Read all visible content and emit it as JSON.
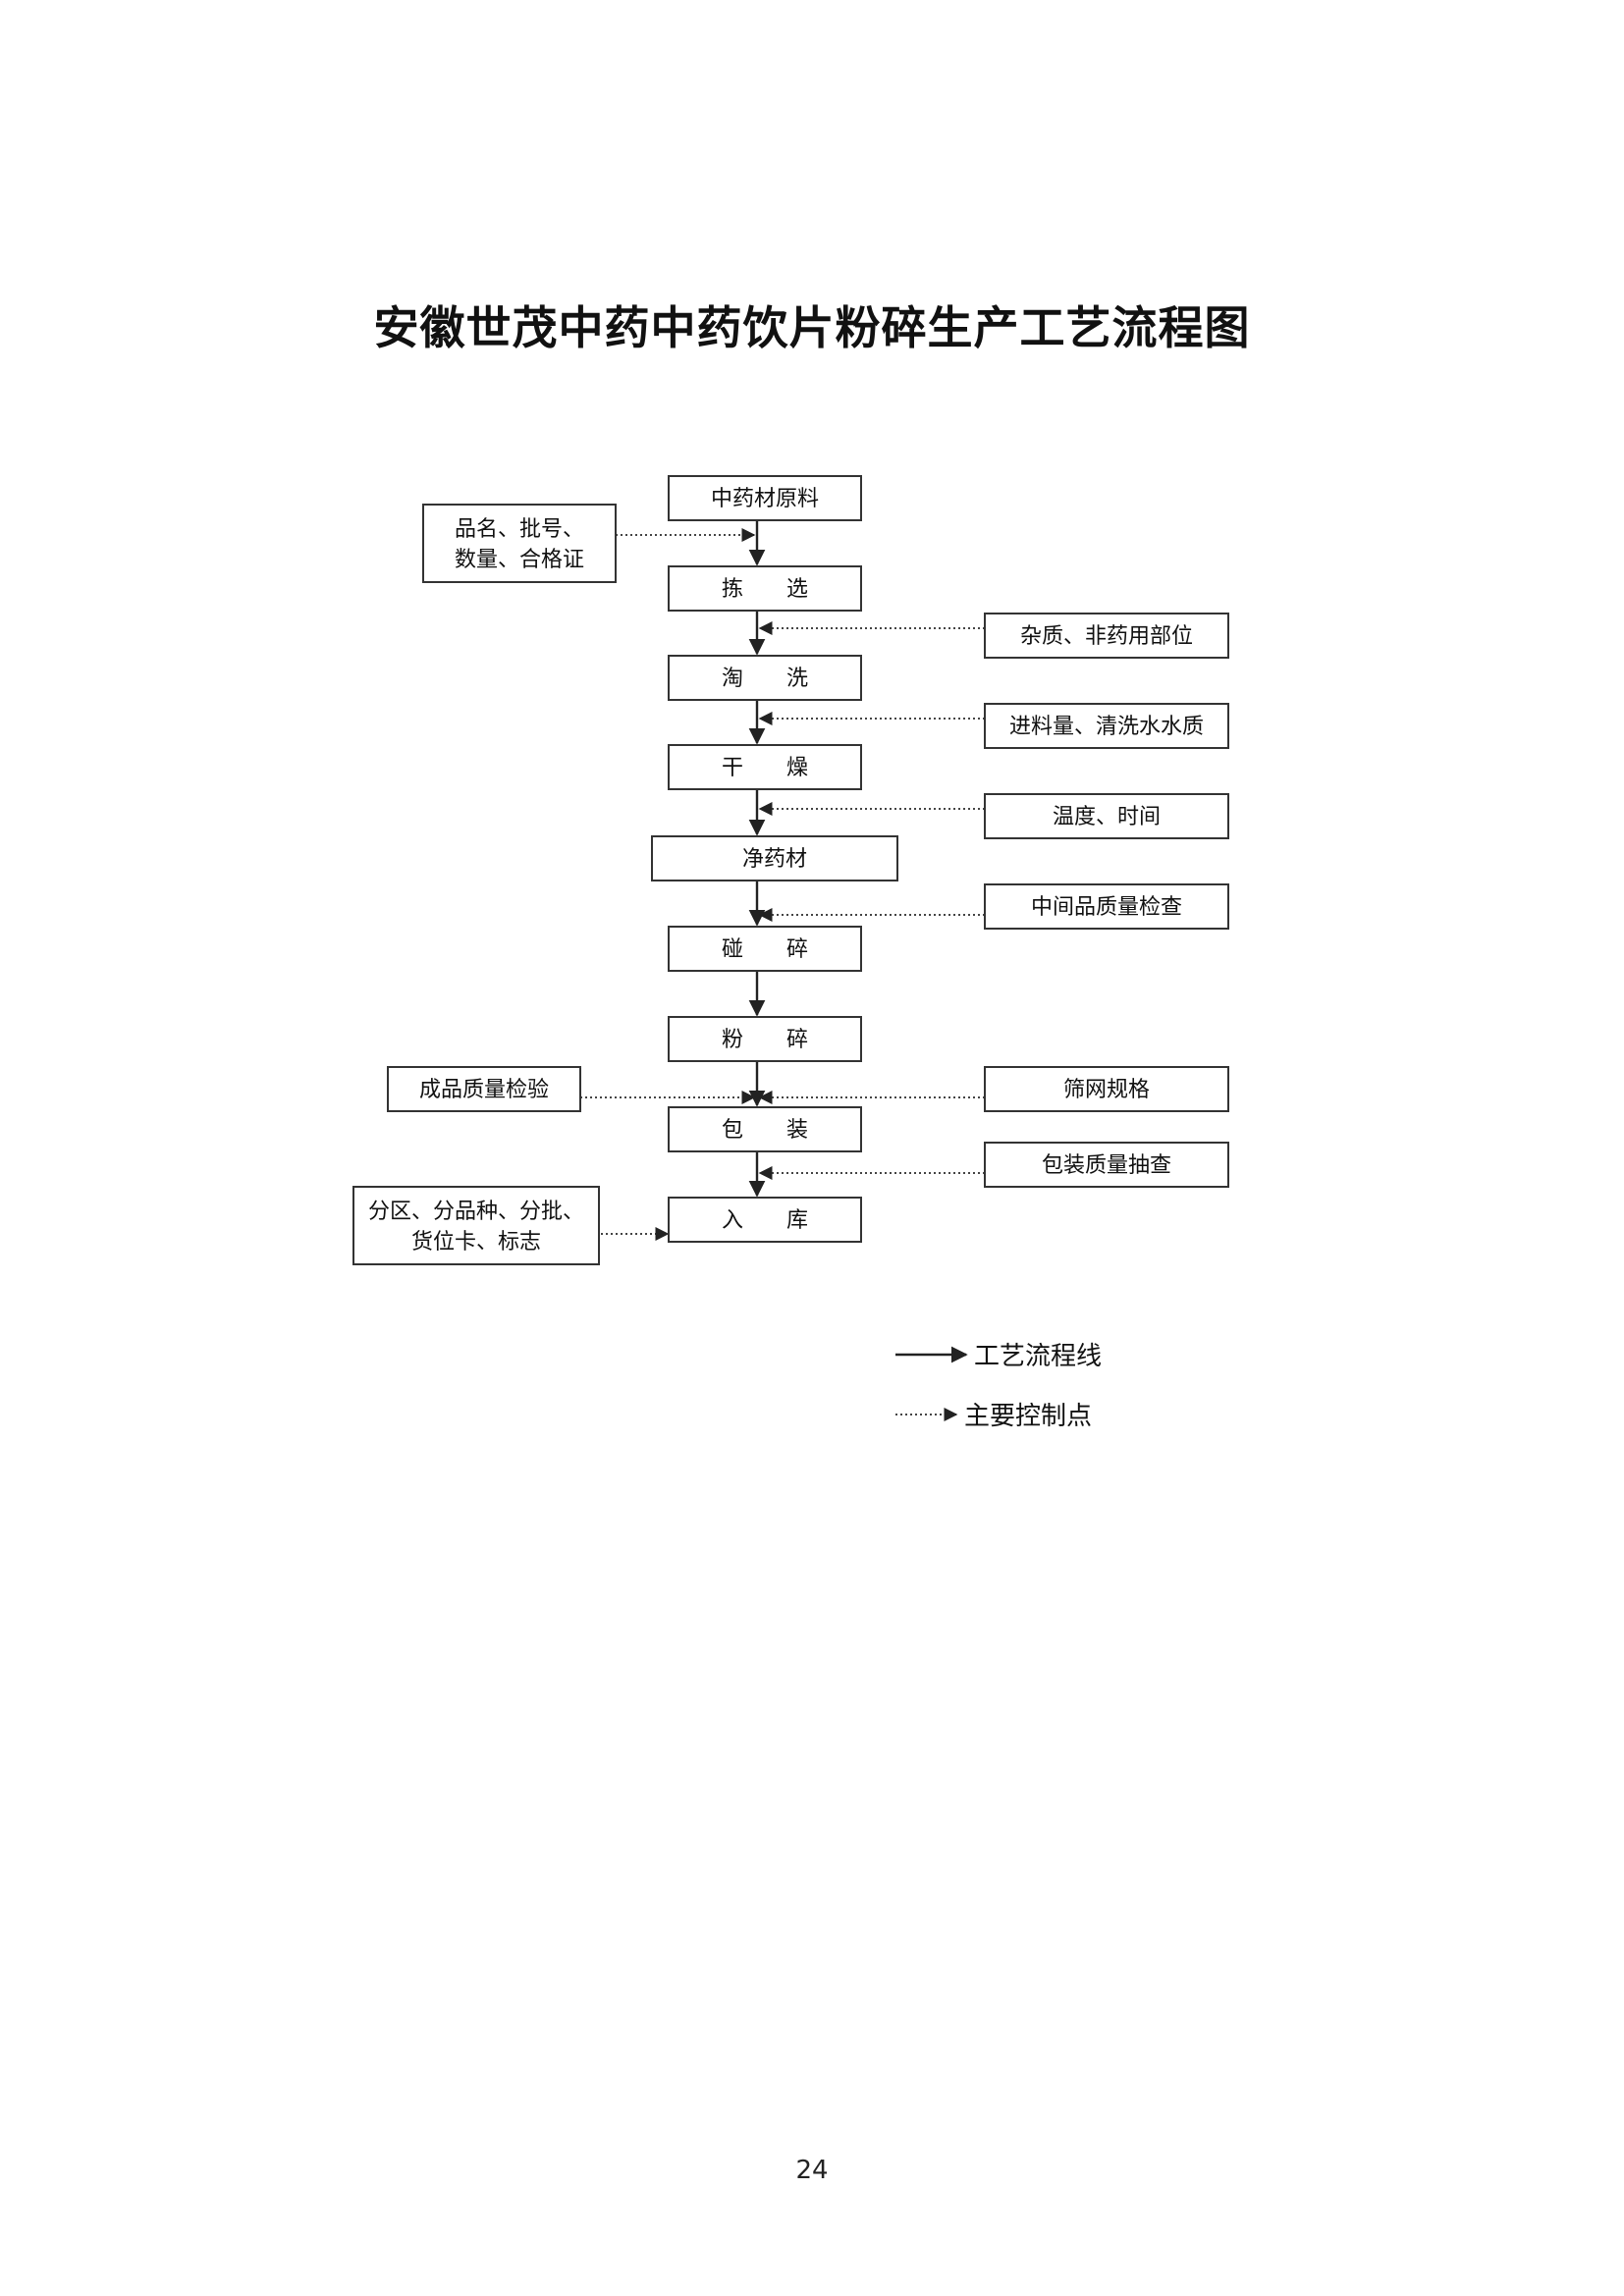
{
  "title": "安徽世茂中药中药饮片粉碎生产工艺流程图",
  "steps": [
    {
      "id": "raw",
      "label": "中药材原料"
    },
    {
      "id": "pick",
      "label": "拣　　选"
    },
    {
      "id": "wash",
      "label": "淘　　洗"
    },
    {
      "id": "dry",
      "label": "干　　燥"
    },
    {
      "id": "clean",
      "label": "净药材"
    },
    {
      "id": "crush",
      "label": "碰　　碎"
    },
    {
      "id": "grind",
      "label": "粉　　碎"
    },
    {
      "id": "pack",
      "label": "包　　装"
    },
    {
      "id": "store",
      "label": "入　　库"
    }
  ],
  "control_points": {
    "input_info": [
      "品名、批号、",
      "数量、合格证"
    ],
    "impurities": "杂质、非药用部位",
    "wash_params": "进料量、清洗水水质",
    "dry_params": "温度、时间",
    "intermediate_check": "中间品质量检查",
    "final_inspection": "成品质量检验",
    "sieve_spec": "筛网规格",
    "pack_check": "包装质量抽查",
    "storage_info": [
      "分区、分品种、分批、",
      "货位卡、标志"
    ]
  },
  "legend": {
    "process_line": "工艺流程线",
    "control_point": "主要控制点"
  },
  "page_number": "24"
}
